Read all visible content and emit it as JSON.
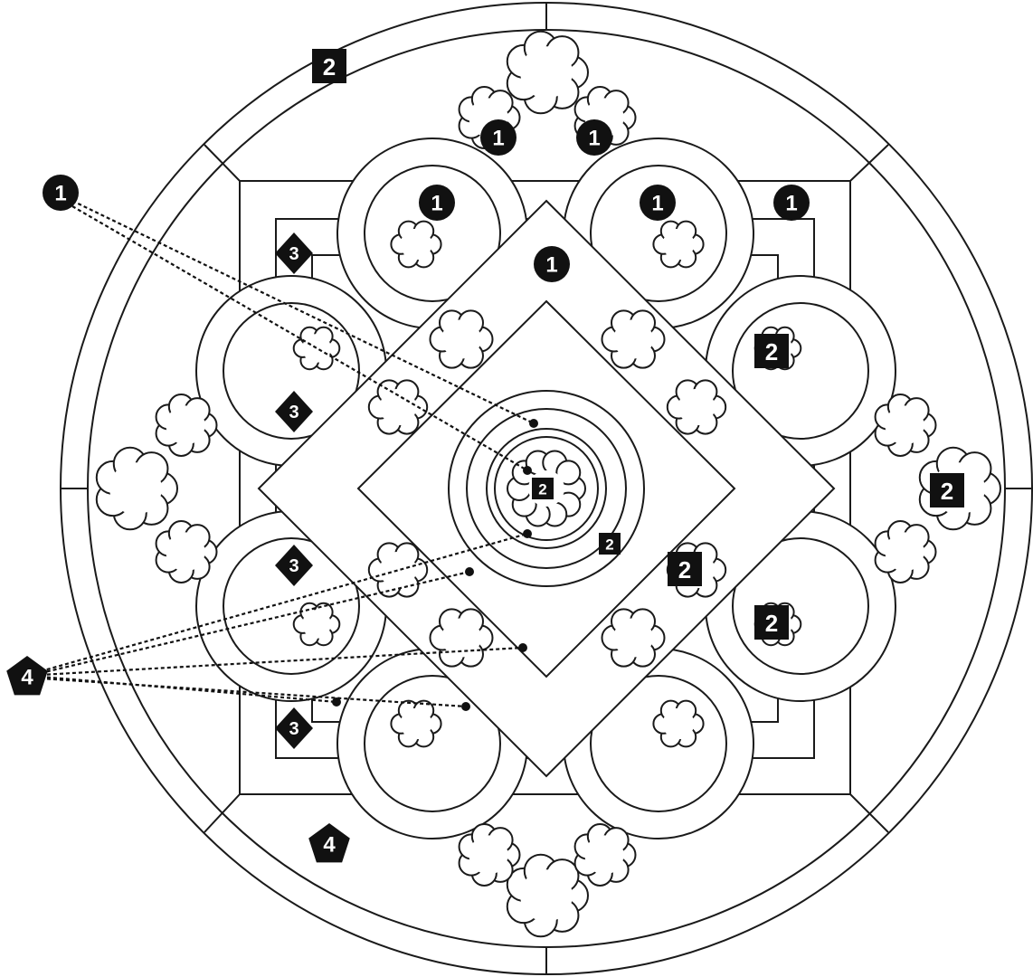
{
  "title": "Stained glass medallion pattern with numbered glass regions",
  "legend_keys": {
    "circle": "1",
    "square": "2",
    "diamond": "3",
    "pentagon": "4"
  },
  "labels": {
    "circle_1": "1",
    "square_2": "2",
    "diamond_3": "3",
    "pentagon_4": "4"
  },
  "colors": {
    "line": "#1a1a1a",
    "marker": "#111111",
    "background": "#ffffff"
  }
}
